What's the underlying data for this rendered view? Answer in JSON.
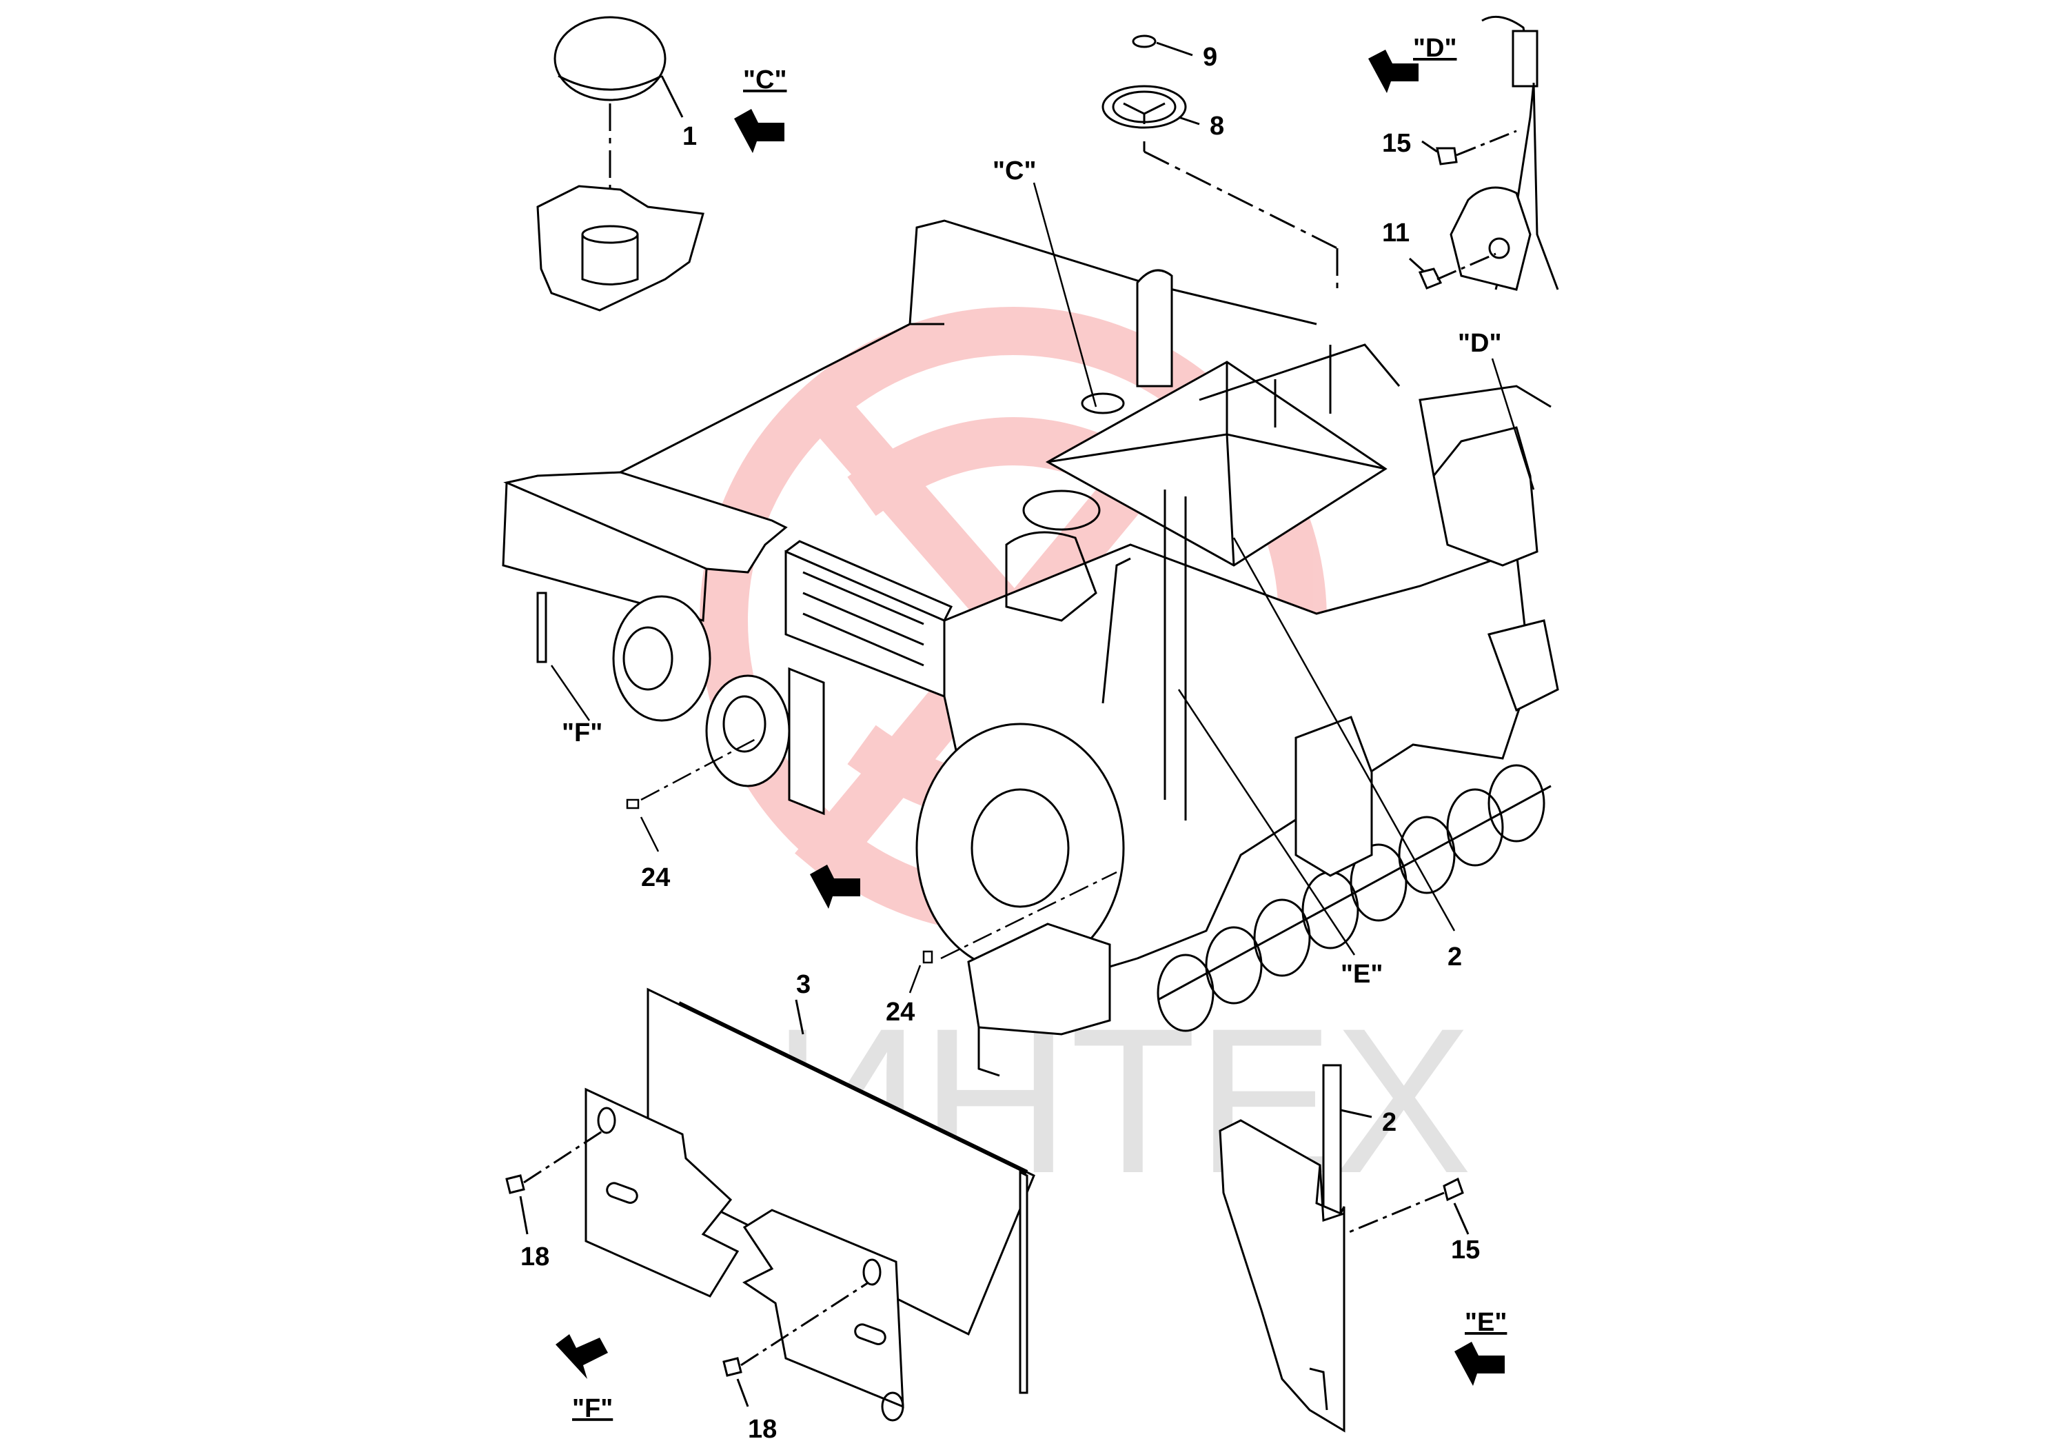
{
  "watermark": {
    "text": "ИНТЕХ",
    "logo_color": "#f26d6d",
    "text_color": "#d6d6d6"
  },
  "callouts": {
    "c1": "1",
    "c2a": "2",
    "c2b": "2",
    "c3": "3",
    "c8": "8",
    "c9": "9",
    "c11": "11",
    "c15a": "15",
    "c15b": "15",
    "c18a": "18",
    "c18b": "18",
    "c24a": "24",
    "c24b": "24"
  },
  "view_labels": {
    "c_detail": "\"C\"",
    "c_main": "\"C\"",
    "d_detail": "\"D\"",
    "d_main": "\"D\"",
    "e_detail": "\"E\"",
    "e_main": "\"E\"",
    "f_detail": "\"F\"",
    "f_main": "\"F\""
  },
  "colors": {
    "line": "#000000",
    "background": "#ffffff"
  }
}
